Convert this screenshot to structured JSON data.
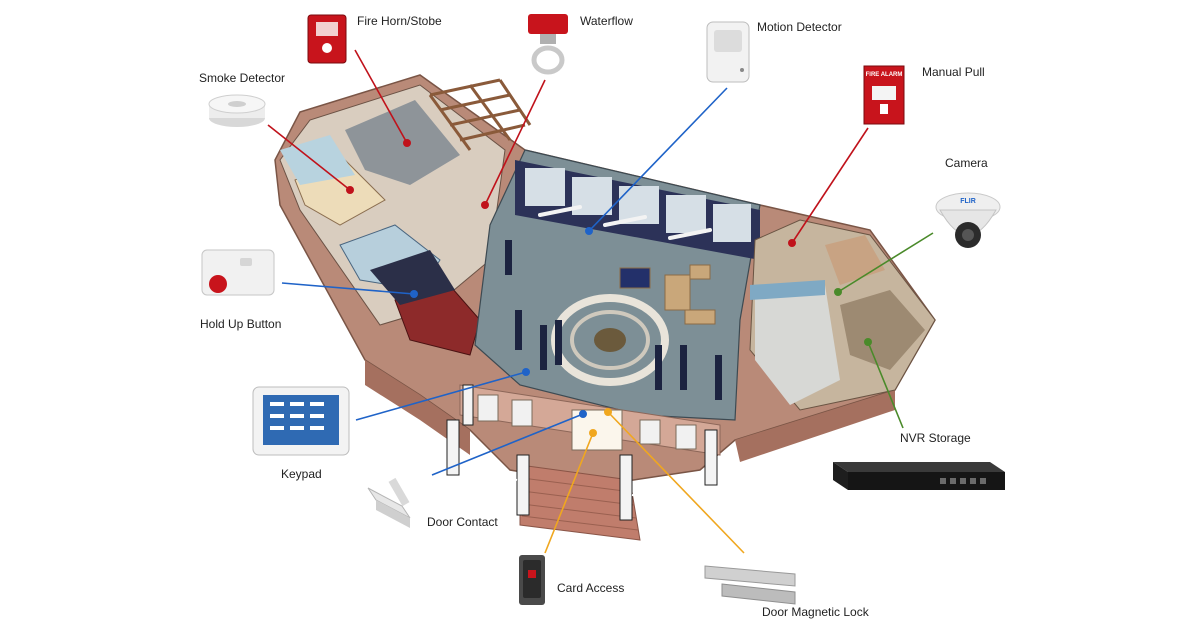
{
  "labels": {
    "fire_horn": "Fire Horn/Stobe",
    "waterflow": "Waterflow",
    "motion_detector": "Motion Detector",
    "smoke_detector": "Smoke Detector",
    "manual_pull": "Manual Pull",
    "camera": "Camera",
    "hold_up_button": "Hold Up Button",
    "keypad": "Keypad",
    "nvr_storage": "NVR Storage",
    "door_contact": "Door Contact",
    "card_access": "Card Access",
    "door_magnetic_lock": "Door Magnetic Lock"
  },
  "device_text": {
    "manual_pull_sign": "FIRE ALARM",
    "camera_brand": "FLIR"
  },
  "colors": {
    "fire": "#c0121b",
    "security": "#1f63c8",
    "video": "#4a8a2a",
    "access": "#f0a71f",
    "brick": "#b98a78",
    "floor": "#7d8f96",
    "wall_dark": "#2c3258"
  }
}
